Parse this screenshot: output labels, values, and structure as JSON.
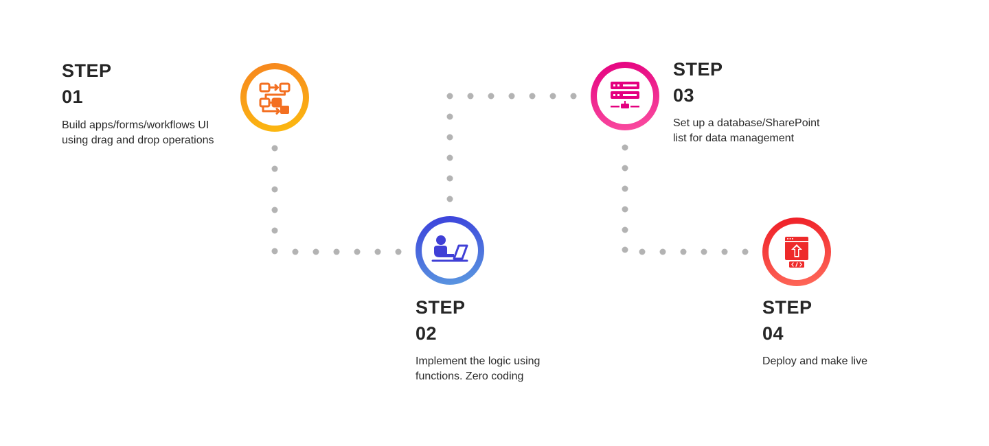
{
  "steps": [
    {
      "label": "STEP",
      "number": "01",
      "description_lines": [
        "Build apps/forms/workflows UI",
        "using drag and drop operations"
      ],
      "icon": "workflow-icon",
      "gradient": [
        "#f6841f",
        "#fcbb0f"
      ],
      "icon_color": "#f36f21"
    },
    {
      "label": "STEP",
      "number": "02",
      "description_lines": [
        "Implement the logic using",
        "functions. Zero coding"
      ],
      "icon": "developer-laptop-icon",
      "gradient": [
        "#3a3edb",
        "#5b9ae0"
      ],
      "icon_color": "#3f3fd6"
    },
    {
      "label": "STEP",
      "number": "03",
      "description_lines": [
        "Set up a database/SharePoint",
        "list for data management"
      ],
      "icon": "database-server-icon",
      "gradient": [
        "#e4007f",
        "#fb4fa1"
      ],
      "icon_color": "#e4007f"
    },
    {
      "label": "STEP",
      "number": "04",
      "description_lines": [
        "Deploy and make live"
      ],
      "icon": "deploy-upload-icon",
      "gradient": [
        "#ee1c25",
        "#ff6b5b"
      ],
      "icon_color": "#ee2a2a"
    }
  ],
  "connector_color": "#b3b3b3"
}
